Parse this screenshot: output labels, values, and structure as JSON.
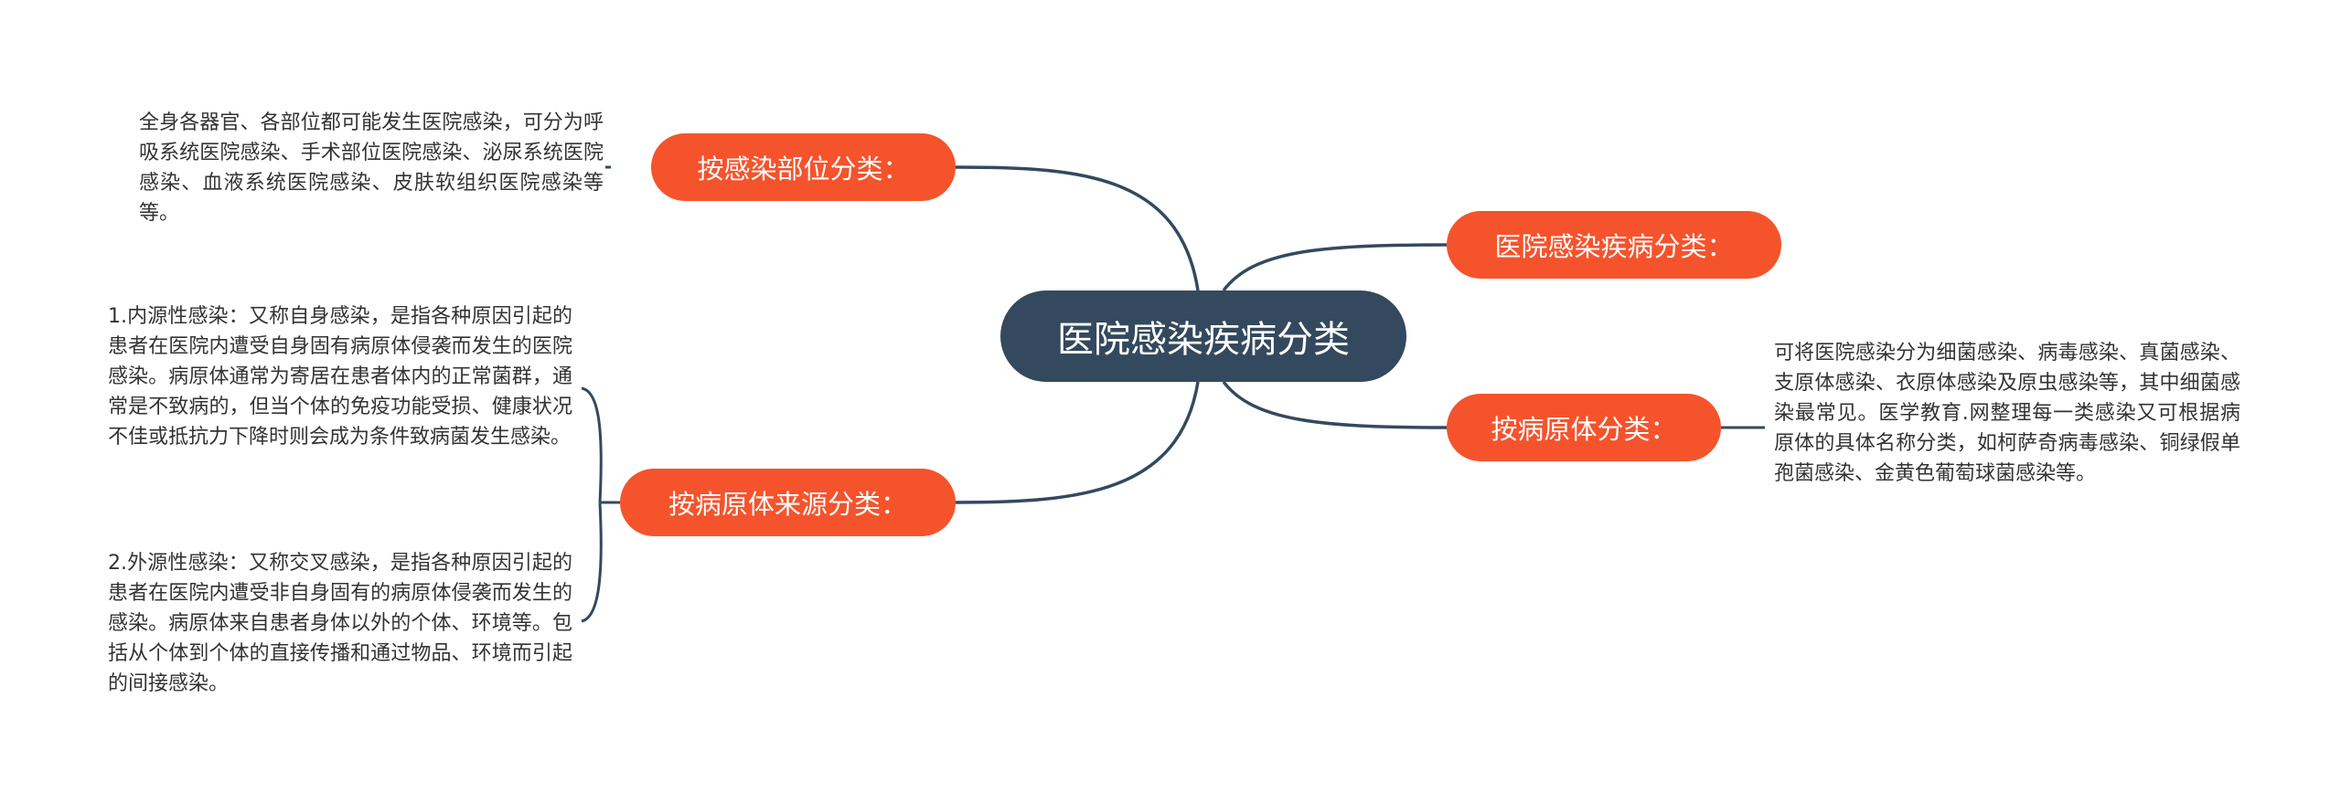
{
  "central": {
    "label": "医院感染疾病分类"
  },
  "branches": {
    "location": {
      "label": "按感染部位分类："
    },
    "disease": {
      "label": "医院感染疾病分类："
    },
    "pathogen": {
      "label": "按病原体分类："
    },
    "source": {
      "label": "按病原体来源分类："
    }
  },
  "notes": {
    "location": "全身各器官、各部位都可能发生医院感染，可分为呼吸系统医院感染、手术部位医院感染、泌尿系统医院感染、血液系统医院感染、皮肤软组织医院感染等等。",
    "pathogen": "可将医院感染分为细菌感染、病毒感染、真菌感染、支原体感染、衣原体感染及原虫感染等，其中细菌感染最常见。医学教育.网整理每一类感染又可根据病原体的具体名称分类，如柯萨奇病毒感染、铜绿假单孢菌感染、金黄色葡萄球菌感染等。",
    "endogenous": "1.内源性感染：又称自身感染，是指各种原因引起的患者在医院内遭受自身固有病原体侵袭而发生的医院感染。病原体通常为寄居在患者体内的正常菌群，通常是不致病的，但当个体的免疫功能受损、健康状况不佳或抵抗力下降时则会成为条件致病菌发生感染。",
    "exogenous": "2.外源性感染：又称交叉感染，是指各种原因引起的患者在医院内遭受非自身固有的病原体侵袭而发生的感染。病原体来自患者身体以外的个体、环境等。包括从个体到个体的直接传播和通过物品、环境而引起的间接感染。"
  },
  "colors": {
    "central": "#34495e",
    "branch": "#f5532c",
    "connector": "#34495e",
    "text": "#333333"
  }
}
